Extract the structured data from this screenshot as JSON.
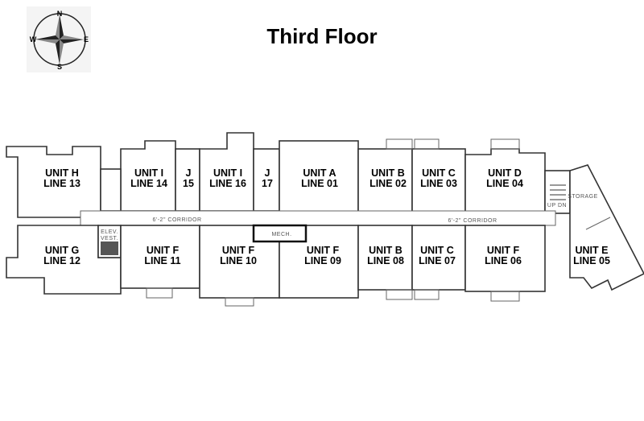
{
  "title": "Third Floor",
  "compass": {
    "n": "N",
    "s": "S",
    "e": "E",
    "w": "W"
  },
  "corridor_label": "6'-2\"  CORRIDOR",
  "rooms": {
    "mech": "MECH.",
    "storage": "STORAGE",
    "elev": "ELEV.",
    "vest": "VEST.",
    "updn": "UP DN"
  },
  "units": [
    {
      "unit": "UNIT H",
      "line": "LINE 13"
    },
    {
      "unit": "UNIT I",
      "line": "LINE 14"
    },
    {
      "unit": "J",
      "line": "15"
    },
    {
      "unit": "UNIT I",
      "line": "LINE 16"
    },
    {
      "unit": "J",
      "line": "17"
    },
    {
      "unit": "UNIT A",
      "line": "LINE 01"
    },
    {
      "unit": "UNIT B",
      "line": "LINE 02"
    },
    {
      "unit": "UNIT C",
      "line": "LINE 03"
    },
    {
      "unit": "UNIT D",
      "line": "LINE 04"
    },
    {
      "unit": "UNIT G",
      "line": "LINE 12"
    },
    {
      "unit": "UNIT F",
      "line": "LINE 11"
    },
    {
      "unit": "UNIT F",
      "line": "LINE 10"
    },
    {
      "unit": "UNIT F",
      "line": "LINE 09"
    },
    {
      "unit": "UNIT B",
      "line": "LINE 08"
    },
    {
      "unit": "UNIT C",
      "line": "LINE 07"
    },
    {
      "unit": "UNIT F",
      "line": "LINE 06"
    },
    {
      "unit": "UNIT E",
      "line": "LINE 05"
    }
  ]
}
